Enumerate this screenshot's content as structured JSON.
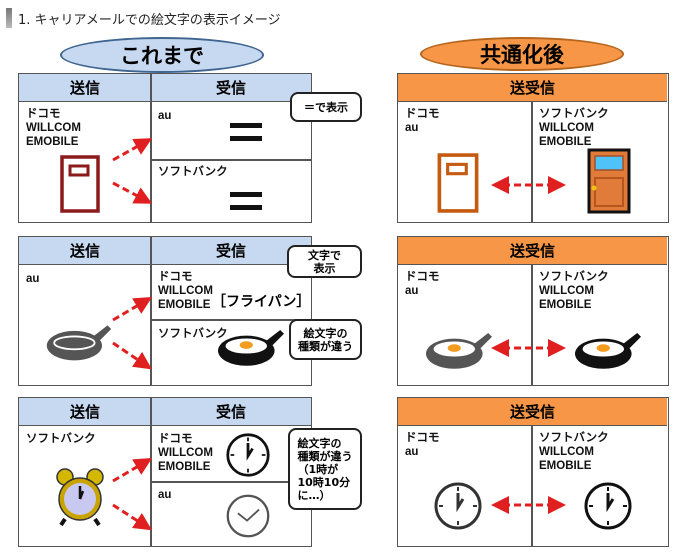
{
  "title": "1. キャリアメールでの絵文字の表示イメージ",
  "before_label": "これまで",
  "after_label": "共通化後",
  "colors": {
    "before": "#c6d9f0",
    "after": "#f79646",
    "arrow": "#e02020"
  },
  "before": [
    {
      "send_header": "送信",
      "recv_header": "受信",
      "sender": "ドコモ\nWILLCOM\nEMOBILE",
      "recv_top": "au",
      "recv_bottom": "ソフトバンク",
      "bubble": "＝で表示",
      "icons": [
        "door-outline-icon",
        "equals-sign-icon",
        "equals-sign-icon"
      ]
    },
    {
      "send_header": "送信",
      "recv_header": "受信",
      "sender": "au",
      "recv_top": "ドコモ\nWILLCOM\nEMOBILE",
      "recv_top_text": "［フライパン］",
      "recv_bottom": "ソフトバンク",
      "bubble": "文字で\n表示",
      "bubble2": "絵文字の\n種類が違う",
      "icons": [
        "frying-pan-icon",
        "frying-pan-egg-icon"
      ]
    },
    {
      "send_header": "送信",
      "recv_header": "受信",
      "sender": "ソフトバンク",
      "recv_top": "ドコモ\nWILLCOM\nEMOBILE",
      "recv_bottom": "au",
      "bubble": "絵文字の\n種類が違う\n（1時が\n10時10分\nに…）",
      "icons": [
        "alarm-clock-icon",
        "clock-icon",
        "clock-thin-icon"
      ]
    }
  ],
  "after": [
    {
      "header": "送受信",
      "left": "ドコモ\nau",
      "right": "ソフトバンク\nWILLCOM\nEMOBILE",
      "icons": [
        "door-outline-icon",
        "door-icon"
      ]
    },
    {
      "header": "送受信",
      "left": "ドコモ\nau",
      "right": "ソフトバンク\nWILLCOM\nEMOBILE",
      "icons": [
        "frying-pan-egg-icon",
        "frying-pan-egg-icon"
      ]
    },
    {
      "header": "送受信",
      "left": "ドコモ\nau",
      "right": "ソフトバンク\nWILLCOM\nEMOBILE",
      "icons": [
        "clock-icon",
        "clock-icon"
      ]
    }
  ]
}
